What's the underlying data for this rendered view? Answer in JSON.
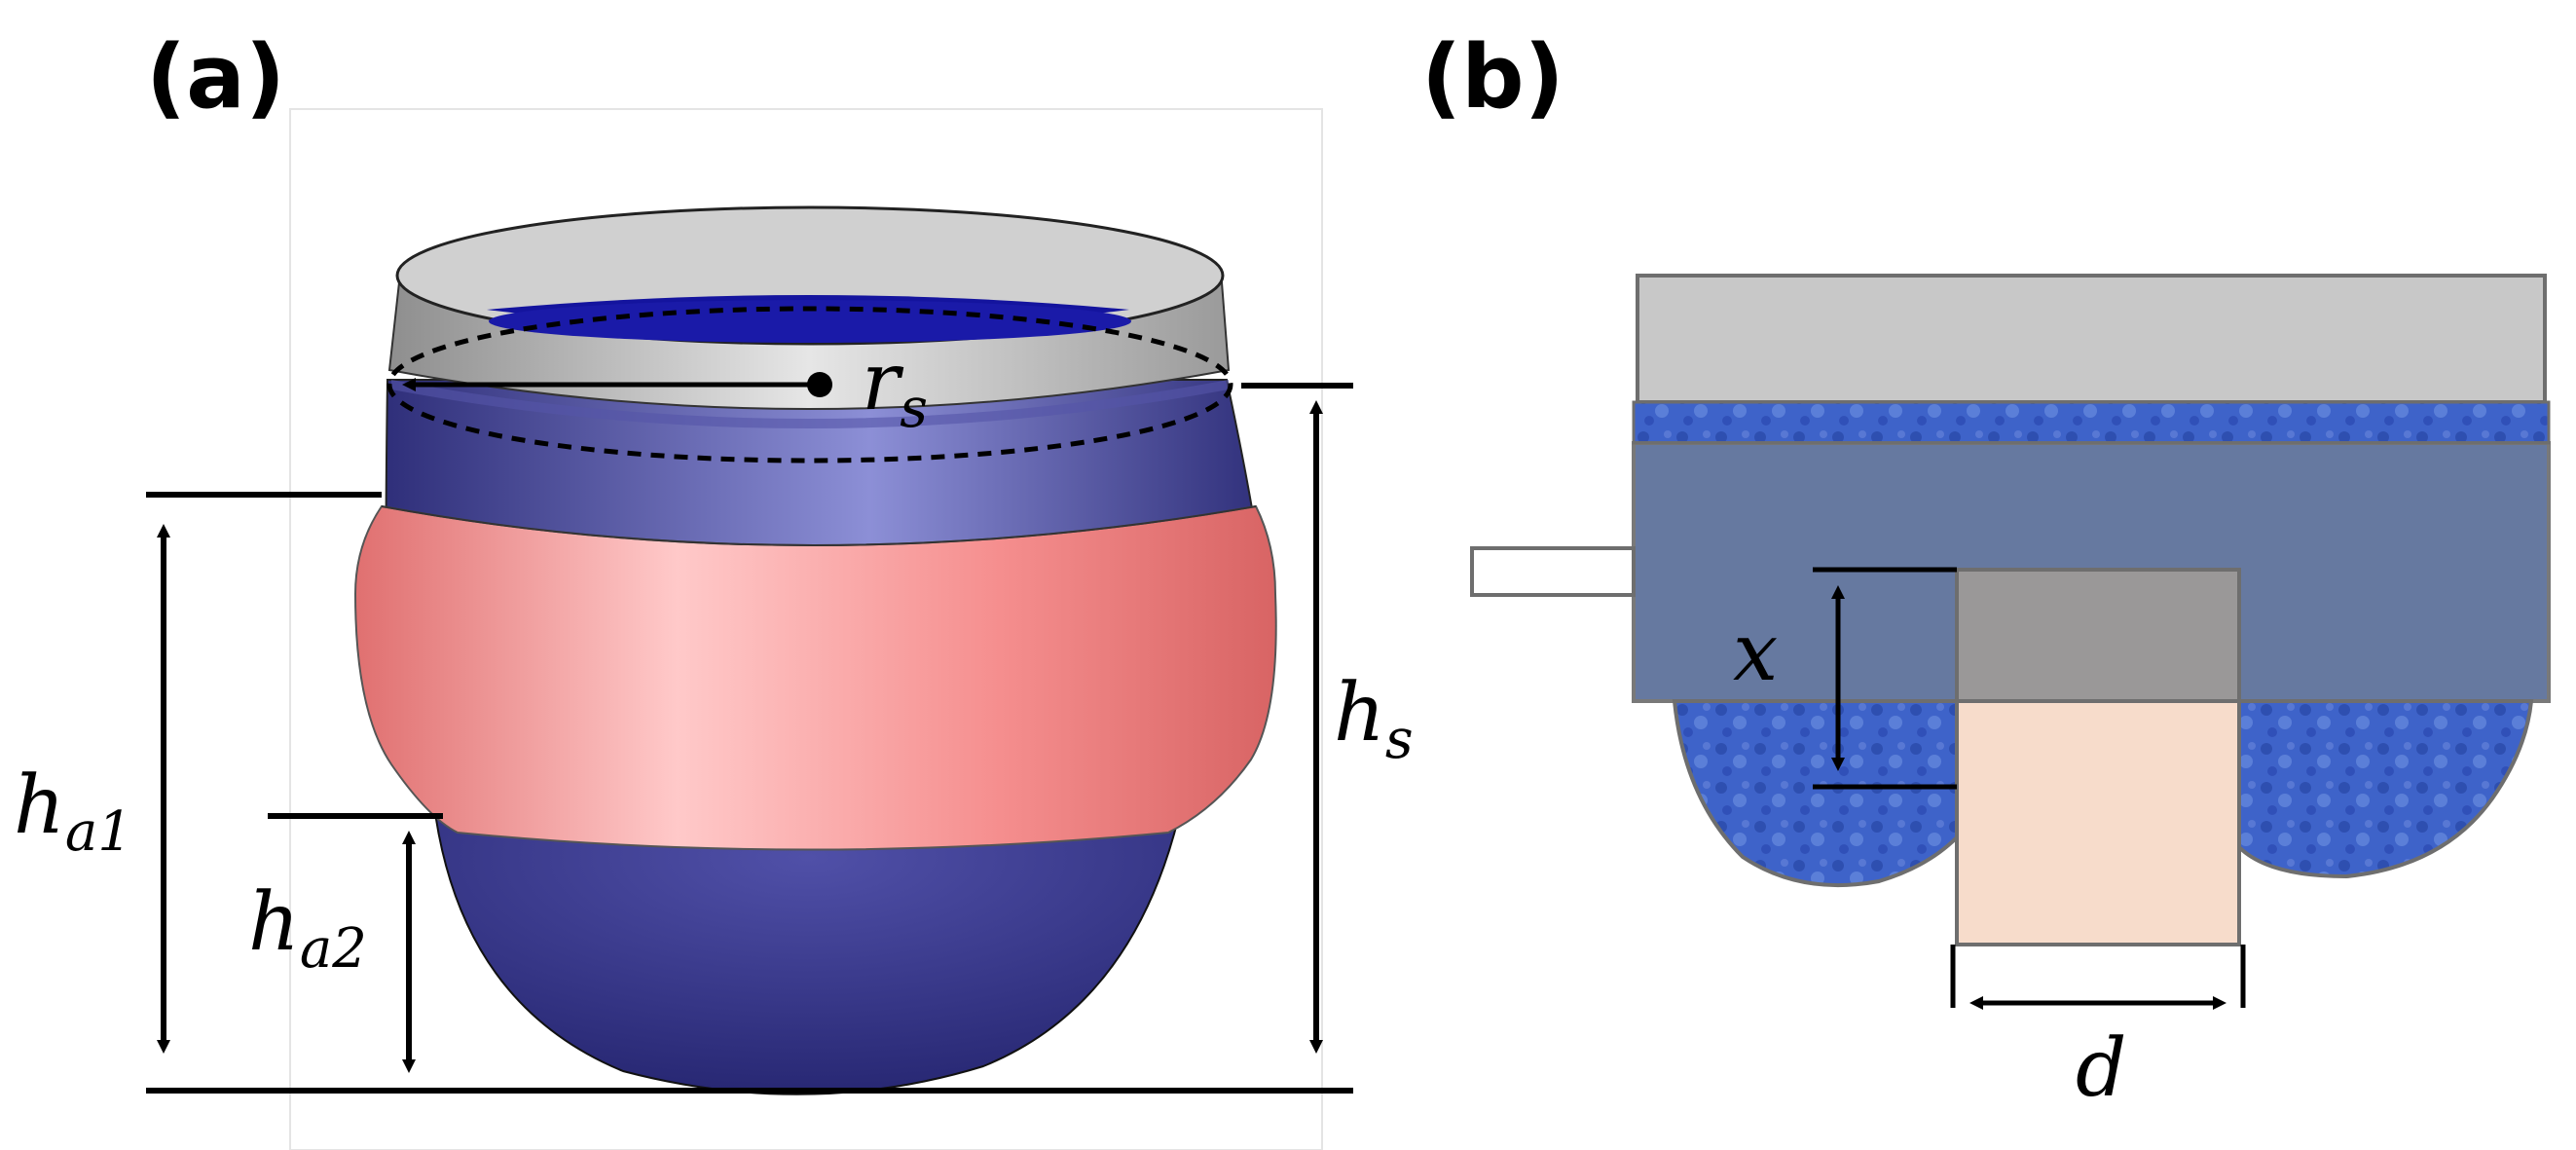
{
  "panel_a": {
    "label": "(a)",
    "symbols": {
      "rs": {
        "base": "r",
        "sub": "s"
      },
      "hs": {
        "base": "h",
        "sub": "s"
      },
      "ha1": {
        "base": "h",
        "sub": "a1"
      },
      "ha2": {
        "base": "h",
        "sub": "a2"
      }
    },
    "colors": {
      "shell": "#4a4a9a",
      "band": "#f08a8a",
      "cap_interior": "#1a1a9e",
      "rim": "#b8b8b8"
    }
  },
  "panel_b": {
    "label": "(b)",
    "symbols": {
      "x": {
        "base": "x"
      },
      "d": {
        "base": "d"
      }
    },
    "colors": {
      "top_plate": "#c8c8c8",
      "overlay": "#5a6e99",
      "blue_fill": "#3a5fc8",
      "indenter": "#f7dccb",
      "indenter_top": "#9a9898"
    }
  }
}
